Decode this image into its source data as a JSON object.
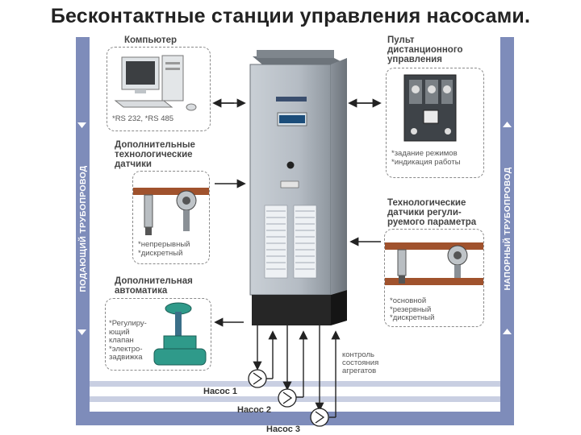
{
  "title": "Бесконтактные станции управления насосами.",
  "blocks": {
    "computer": {
      "heading": "Компьютер",
      "notes": [
        "*RS 232, *RS 485"
      ]
    },
    "remote": {
      "heading": [
        "Пульт",
        "дистанционного",
        "управления"
      ],
      "notes": [
        "*задание режимов",
        "*индикация работы"
      ]
    },
    "extra_sensors": {
      "heading": [
        "Дополнительные",
        "технологические",
        "датчики"
      ],
      "notes": [
        "*непрерывный",
        "*дискретный"
      ]
    },
    "tech_sensors": {
      "heading": [
        "Технологические",
        "датчики регули-",
        "руемого параметра"
      ],
      "notes": [
        "*основной",
        "*резервный",
        "*дискретный"
      ]
    },
    "automation": {
      "heading": [
        "Дополнительная",
        "автоматика"
      ],
      "notes": [
        "*Регулиру-",
        "ющий",
        "клапан",
        "*электро-",
        "задвижка"
      ]
    }
  },
  "pipes": {
    "supply": "ПОДАЮЩИЙ ТРУБОПРОВОД",
    "pressure": "НАПОРНЫЙ ТРУБОПРОВОД"
  },
  "pumps": [
    "Насос 1",
    "Насос 2",
    "Насос 3"
  ],
  "control": [
    "контроль",
    "состояния",
    "агрегатов"
  ],
  "colors": {
    "pipe": "#7e8cba",
    "cabinet": "#a9b1b9",
    "cabinet_base": "#2a2a2a",
    "pipe_copper": "#a0522d"
  }
}
